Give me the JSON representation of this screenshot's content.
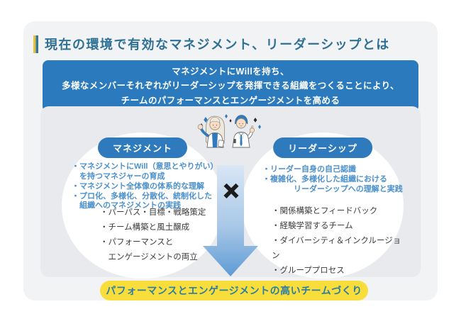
{
  "page": {
    "title": "現在の環境で有効なマネジメント、リーダーシップとは"
  },
  "summary": {
    "line1": "マネジメントにWillを持ち、",
    "line2": "多様なメンバーそれぞれがリーダーシップを発揮できる組織をつくることにより、",
    "line3": "チームのパフォーマンスとエンゲージメントを高める"
  },
  "management": {
    "label": "マネジメント",
    "focus_points": {
      "p1": "・マネジメントにWill（意思とやりがい）\n　を持つマネジャーの育成",
      "p2": "・マネジメント全体像の体系的な理解",
      "p3": "・プロ化、多様化、分散化、統制化した\n　組織へのマネジメントの実践"
    },
    "practice_points": {
      "p1": "・パーパス・目標・戦略策定",
      "p2": "・チーム構築と風土醸成",
      "p3": "・パフォーマンスと\n　エンゲージメントの両立"
    }
  },
  "leadership": {
    "label": "リーダーシップ",
    "focus_points": {
      "p1": "・リーダー自身の自己認識",
      "p2": "・複雑化、多様化した組織における\n　　　　リーダーシップへの理解と実践"
    },
    "practice_points": {
      "p1": "・関係構築とフィードバック",
      "p2": "・経験学習するチーム",
      "p3": "・ダイバーシティ＆インクルージョン",
      "p4": "・グループプロセス"
    }
  },
  "center": {
    "multiply_symbol": "×"
  },
  "result": {
    "banner": "パフォーマンスとエンゲージメントの高いチームづくり"
  },
  "colors": {
    "accent_blue": "#2e7abd",
    "summary_blue": "#2b7abd",
    "panel_gray": "#e8eaed",
    "card_gray": "#f2f3f5",
    "banner_yellow": "#f9dd3b",
    "banner_text_teal": "#2b7da2",
    "title_text": "#2f7195",
    "marker_yellow": "#e2c33d",
    "marker_blue": "#39749f",
    "bullet_blue": "#4a90cc",
    "bullet_black": "#3d3d3d"
  }
}
